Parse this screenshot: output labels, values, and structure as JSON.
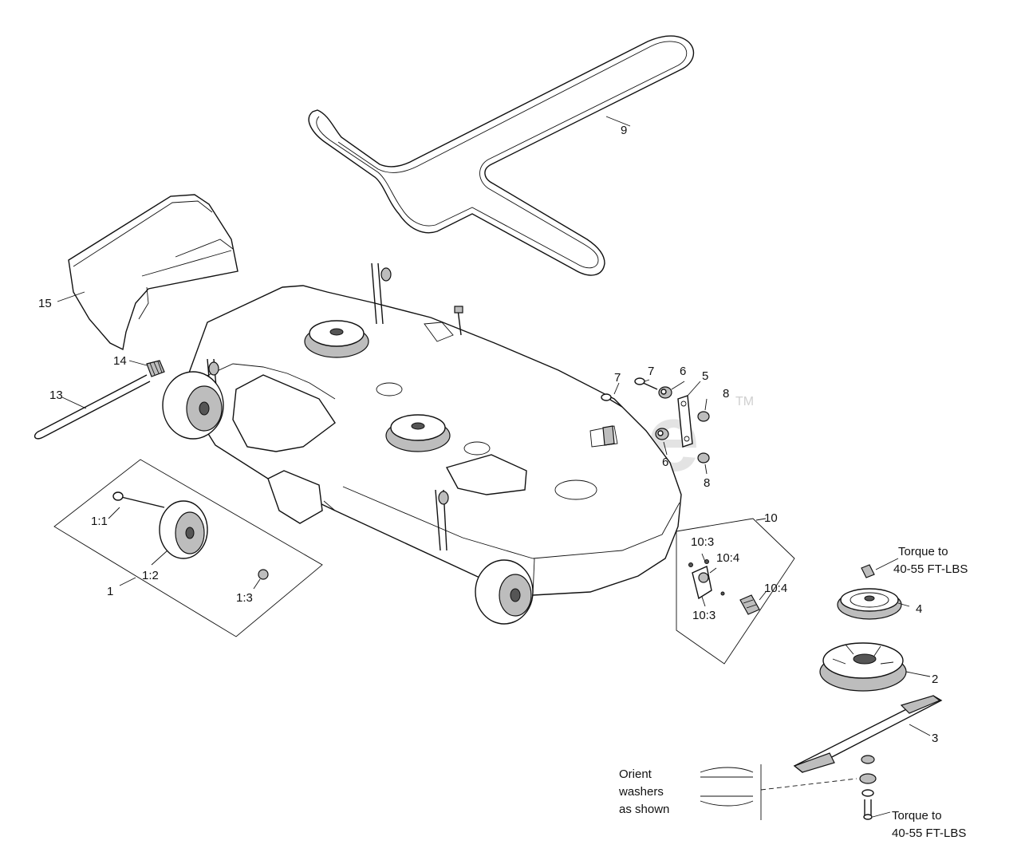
{
  "watermark": {
    "text": "PartsTree",
    "mark": "TM"
  },
  "callouts": [
    {
      "id": "c15",
      "text": "15"
    },
    {
      "id": "c14",
      "text": "14"
    },
    {
      "id": "c13",
      "text": "13"
    },
    {
      "id": "c9",
      "text": "9"
    },
    {
      "id": "c7a",
      "text": "7"
    },
    {
      "id": "c7b",
      "text": "7"
    },
    {
      "id": "c6a",
      "text": "6"
    },
    {
      "id": "c6b",
      "text": "6"
    },
    {
      "id": "c5",
      "text": "5"
    },
    {
      "id": "c8a",
      "text": "8"
    },
    {
      "id": "c8b",
      "text": "8"
    },
    {
      "id": "c10",
      "text": "10"
    },
    {
      "id": "c10_3a",
      "text": "10:3"
    },
    {
      "id": "c10_4a",
      "text": "10:4"
    },
    {
      "id": "c10_4b",
      "text": "10:4"
    },
    {
      "id": "c10_3b",
      "text": "10:3"
    },
    {
      "id": "c1",
      "text": "1"
    },
    {
      "id": "c1_1",
      "text": "1:1"
    },
    {
      "id": "c1_2",
      "text": "1:2"
    },
    {
      "id": "c1_3",
      "text": "1:3"
    },
    {
      "id": "c4",
      "text": "4"
    },
    {
      "id": "c2",
      "text": "2"
    },
    {
      "id": "c3",
      "text": "3"
    }
  ],
  "notes": {
    "torque_top": [
      "Torque to",
      "40-55 FT-LBS"
    ],
    "torque_bottom": [
      "Torque to",
      "40-55 FT-LBS"
    ],
    "orient": [
      "Orient",
      "washers",
      "as shown"
    ]
  }
}
